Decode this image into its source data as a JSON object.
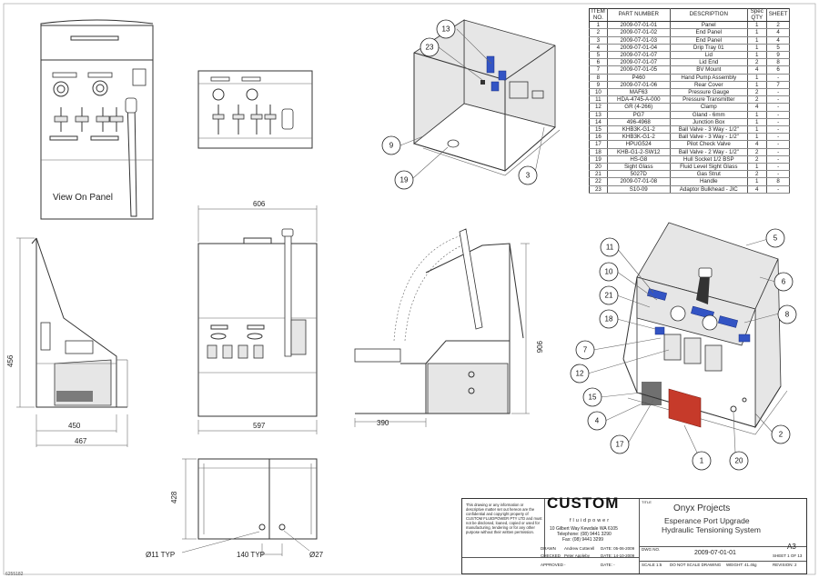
{
  "page_label_top": "6255182",
  "views": {
    "panel_label": "View On Panel"
  },
  "dimensions": {
    "d606": "606",
    "d456": "456",
    "d450": "450",
    "d467": "467",
    "d597": "597",
    "d906": "906",
    "d390": "390",
    "d428": "428",
    "d11typ": "Ø11 TYP",
    "d140typ": "140 TYP",
    "d27": "Ø27"
  },
  "balloons_top": [
    "13",
    "23",
    "9",
    "19",
    "3"
  ],
  "balloons_iso": [
    "11",
    "10",
    "21",
    "18",
    "7",
    "12",
    "15",
    "4",
    "17",
    "5",
    "6",
    "8",
    "2",
    "20",
    "1"
  ],
  "bom": {
    "headers": [
      "ITEM NO.",
      "PART NUMBER",
      "DESCRIPTION",
      "Spec QTY",
      "SHEET"
    ],
    "rows": [
      [
        "1",
        "2009-07-01-01",
        "Panel",
        "1",
        "2"
      ],
      [
        "2",
        "2009-07-01-02",
        "End Panel",
        "1",
        "4"
      ],
      [
        "3",
        "2009-07-01-03",
        "End Panel",
        "1",
        "4"
      ],
      [
        "4",
        "2009-07-01-04",
        "Drip Tray 01",
        "1",
        "5"
      ],
      [
        "5",
        "2009-07-01-07",
        "Lid",
        "1",
        "9"
      ],
      [
        "6",
        "2009-07-01-07",
        "Lid End",
        "2",
        "8"
      ],
      [
        "7",
        "2009-07-01-05",
        "BV Mount",
        "4",
        "6"
      ],
      [
        "8",
        "P460",
        "Hand Pump Assembly",
        "1",
        "-"
      ],
      [
        "9",
        "2009-07-01-06",
        "Rear Cover",
        "1",
        "7"
      ],
      [
        "10",
        "MAF63",
        "Pressure Gauge",
        "2",
        "-"
      ],
      [
        "11",
        "HDA-4745-A-000",
        "Pressure Transmitter",
        "2",
        "-"
      ],
      [
        "12",
        "GR (4-266)",
        "Clamp",
        "4",
        "-"
      ],
      [
        "13",
        "PG7",
        "Gland - 6mm",
        "1",
        "-"
      ],
      [
        "14",
        "496-4968",
        "Junction Box",
        "1",
        "-"
      ],
      [
        "15",
        "KHB3K-G1-2",
        "Ball Valve - 3 Way - 1/2\"",
        "1",
        "-"
      ],
      [
        "16",
        "KHB3K-G1-2",
        "Ball Valve - 3 Way - 1/2\"",
        "1",
        "-"
      ],
      [
        "17",
        "HPUG524",
        "Pilot Check Valve",
        "4",
        "-"
      ],
      [
        "18",
        "KHB-G1-2-SW12",
        "Ball Valve - 2 Way - 1/2\"",
        "2",
        "-"
      ],
      [
        "19",
        "HS-G8",
        "Hull Socket 1/2 BSP",
        "2",
        "-"
      ],
      [
        "20",
        "Sight Glass",
        "Fluid Level Sight Glass",
        "1",
        "-"
      ],
      [
        "21",
        "5027D",
        "Gas Strut",
        "2",
        "-"
      ],
      [
        "22",
        "2009-07-01-08",
        "Handle",
        "1",
        "8"
      ],
      [
        "23",
        "S10-09",
        "Adaptor Bulkhead - JIC",
        "4",
        "-"
      ]
    ]
  },
  "title_block": {
    "notice": "This drawing or any information or descriptive matter set out hereon are the confidential and copyright property of CUSTOM FLUIDPOWER PTY LTD and must not be disclosed, loaned, copied or used for manufacturing, tendering or for any other purpose without their written permission.",
    "company_logo": "CUSTOM",
    "company_logo_sub": "fluidpower",
    "address_1": "10 Gilbert Way Kewdale WA 6105",
    "address_2": "Telephone: (08) 9441 3290",
    "address_3": "Fax: (08) 9441 3299",
    "drawn_label": "DRAWN",
    "drawn_value": "Andrew Cotterell",
    "drawn_date": "DATE: 05-06-2009",
    "checked_label": "CHECKED",
    "checked_value": "Peter Appleby",
    "checked_date": "DATE: 14-10-2009",
    "approved_label": "APPROVED",
    "approved_value": "-",
    "approved_date": "DATE: -",
    "title_label": "TITLE",
    "title_1": "Onyx Projects",
    "title_2": "Esperance Port Upgrade",
    "title_3": "Hydraulic Tensioning System",
    "dwg_no_label": "DWG NO.",
    "dwg_no": "2009-07-01-01",
    "size": "A3",
    "sheet": "SHEET 1 OF 13",
    "scale": "SCALE 1:5",
    "do_not_scale": "DO NOT SCALE DRAWING",
    "weight": "WEIGHT: 41.4kg",
    "revision": "REVISION: 2"
  }
}
